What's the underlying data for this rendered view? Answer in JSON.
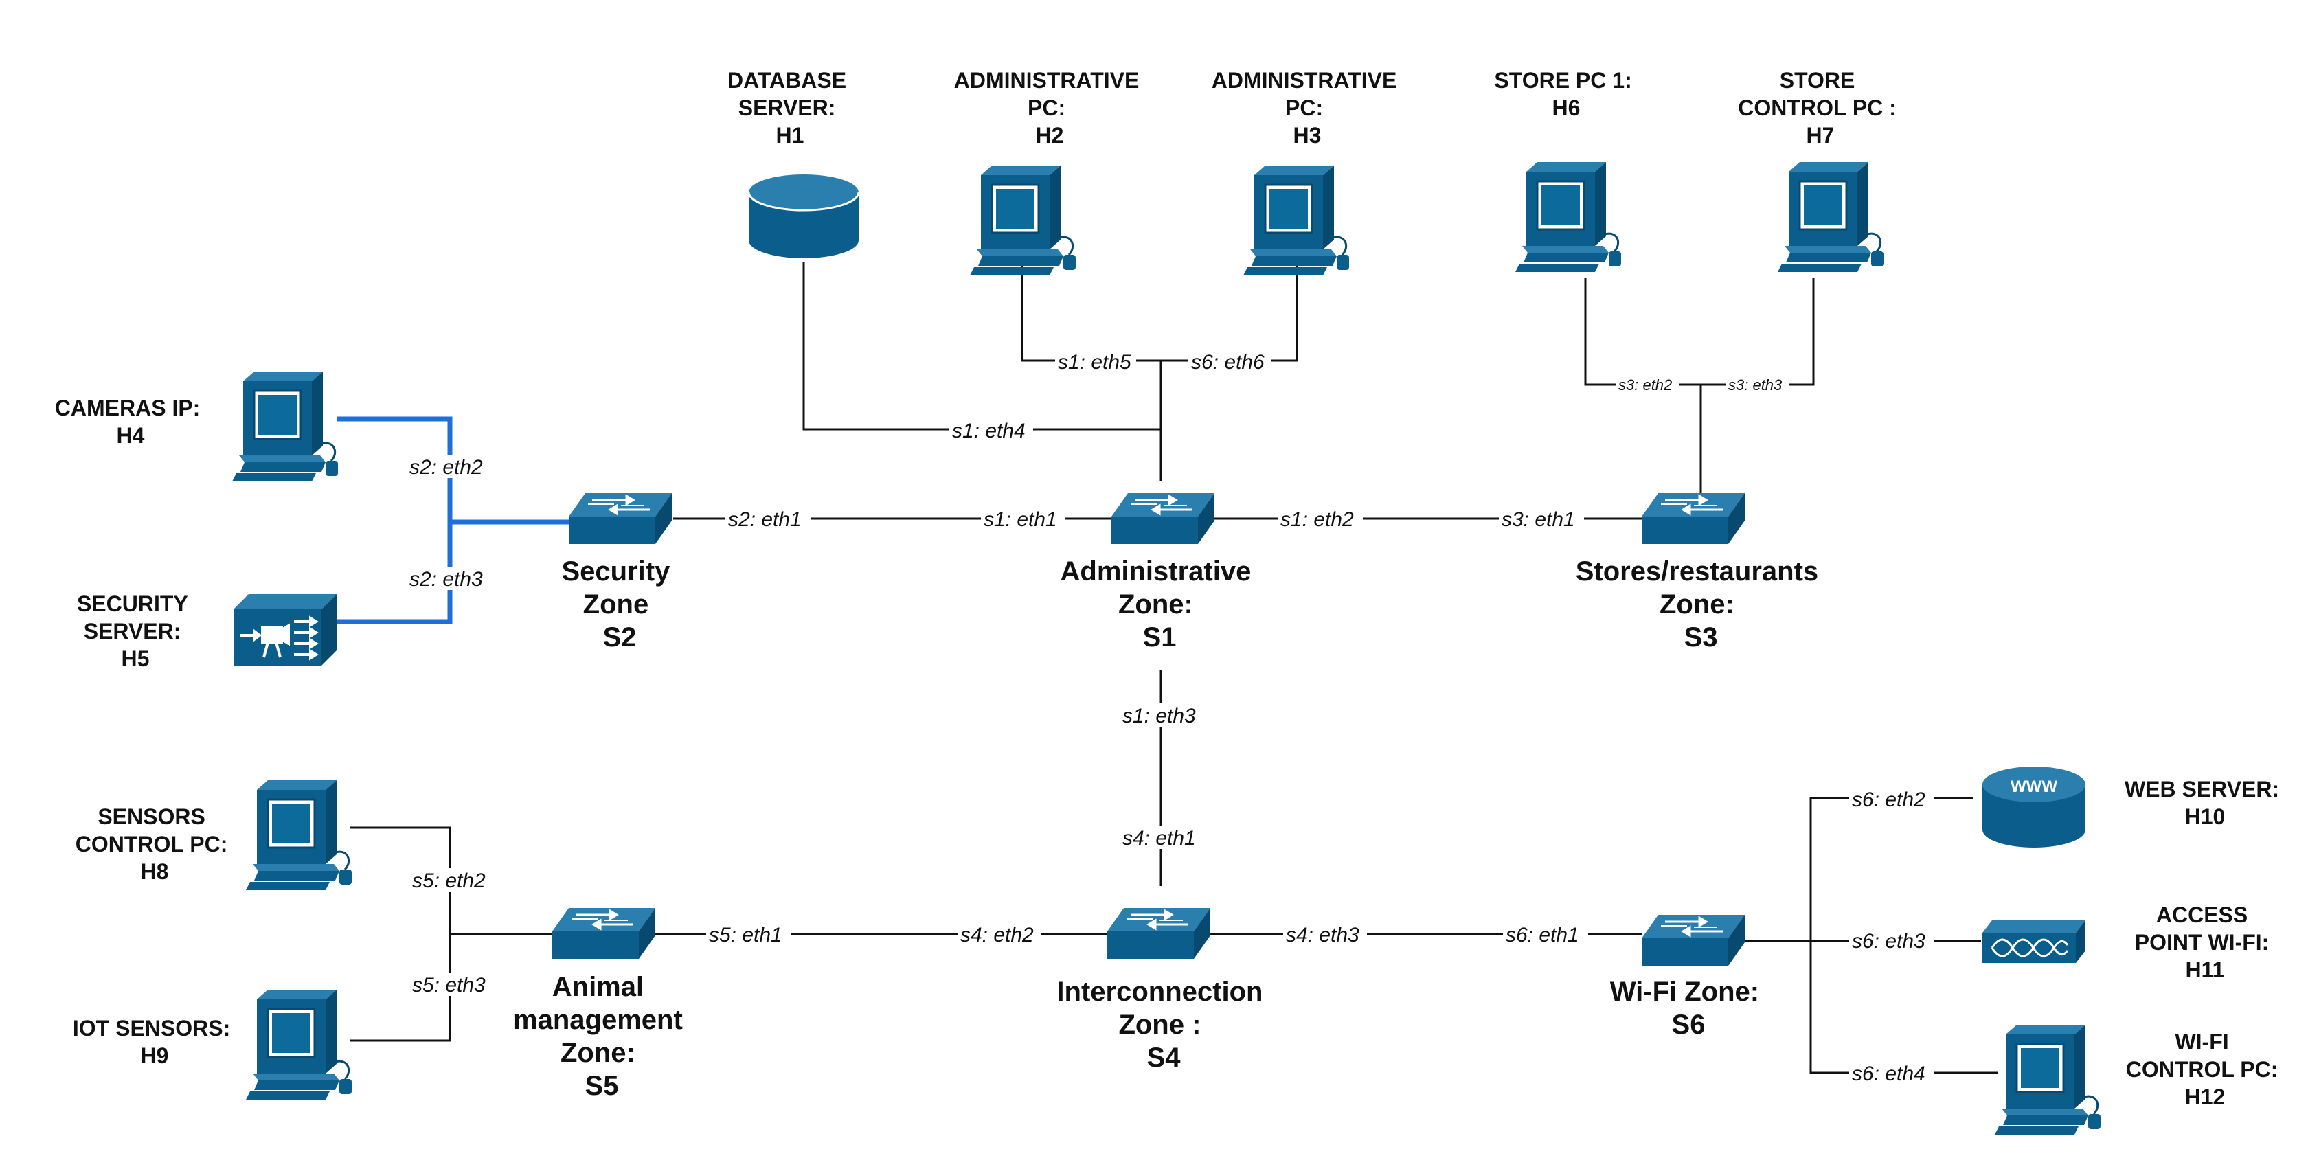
{
  "colors": {
    "device": "#0b5e8c",
    "device_dark": "#084a6f",
    "device_light": "#2a7fae",
    "security_link": "#1e6fd9",
    "link": "#111111"
  },
  "hosts": {
    "h1": {
      "lines": [
        "DATABASE",
        "SERVER:",
        "H1"
      ],
      "icon": "database-icon"
    },
    "h2": {
      "lines": [
        "ADMINISTRATIVE",
        "PC:",
        "H2"
      ],
      "icon": "pc-icon"
    },
    "h3": {
      "lines": [
        "ADMINISTRATIVE",
        "PC:",
        "H3"
      ],
      "icon": "pc-icon"
    },
    "h6": {
      "lines": [
        "STORE PC 1:",
        "H6"
      ],
      "icon": "pc-icon"
    },
    "h7": {
      "lines": [
        "STORE",
        "CONTROL PC :",
        "H7"
      ],
      "icon": "pc-icon"
    },
    "h4": {
      "lines": [
        "CAMERAS IP:",
        "H4"
      ],
      "icon": "pc-icon"
    },
    "h5": {
      "lines": [
        "SECURITY",
        "SERVER:",
        "H5"
      ],
      "icon": "video-server-icon"
    },
    "h8": {
      "lines": [
        "SENSORS",
        "CONTROL PC:",
        "H8"
      ],
      "icon": "pc-icon"
    },
    "h9": {
      "lines": [
        "IOT SENSORS:",
        "H9"
      ],
      "icon": "pc-icon"
    },
    "h10": {
      "lines": [
        "WEB SERVER:",
        "H10"
      ],
      "icon": "web-server-icon"
    },
    "h11": {
      "lines": [
        "ACCESS",
        "POINT WI-FI:",
        "H11"
      ],
      "icon": "access-point-icon"
    },
    "h12": {
      "lines": [
        "WI-FI",
        "CONTROL PC:",
        "H12"
      ],
      "icon": "pc-icon"
    }
  },
  "zones": {
    "s1": {
      "lines": [
        "Administrative",
        "Zone:",
        "S1"
      ],
      "icon": "switch-icon"
    },
    "s2": {
      "lines": [
        "Security",
        "Zone",
        "S2"
      ],
      "icon": "switch-icon"
    },
    "s3": {
      "lines": [
        "Stores/restaurants",
        "Zone:",
        "S3"
      ],
      "icon": "switch-icon"
    },
    "s4": {
      "lines": [
        "Interconnection",
        "Zone :",
        "S4"
      ],
      "icon": "switch-icon"
    },
    "s5": {
      "lines": [
        "Animal",
        "management",
        "Zone:",
        "S5"
      ],
      "icon": "switch-icon"
    },
    "s6": {
      "lines": [
        "Wi-Fi Zone:",
        "S6"
      ],
      "icon": "switch-icon"
    }
  },
  "ports": {
    "s1_eth5": "s1: eth5",
    "s6_eth6": "s6: eth6",
    "s1_eth4": "s1: eth4",
    "s3_eth2": "s3: eth2",
    "s3_eth3": "s3: eth3",
    "s2_eth2": "s2: eth2",
    "s2_eth3": "s2: eth3",
    "s2_eth1": "s2: eth1",
    "s1_eth1": "s1: eth1",
    "s1_eth2": "s1: eth2",
    "s3_eth1": "s3: eth1",
    "s1_eth3": "s1: eth3",
    "s4_eth1": "s4: eth1",
    "s5_eth2": "s5: eth2",
    "s5_eth3": "s5: eth3",
    "s5_eth1": "s5: eth1",
    "s4_eth2": "s4: eth2",
    "s4_eth3": "s4: eth3",
    "s6_eth1": "s6: eth1",
    "s6_eth2": "s6: eth2",
    "s6_eth3": "s6: eth3",
    "s6_eth4": "s6: eth4"
  },
  "icon_text": {
    "www": "WWW"
  }
}
